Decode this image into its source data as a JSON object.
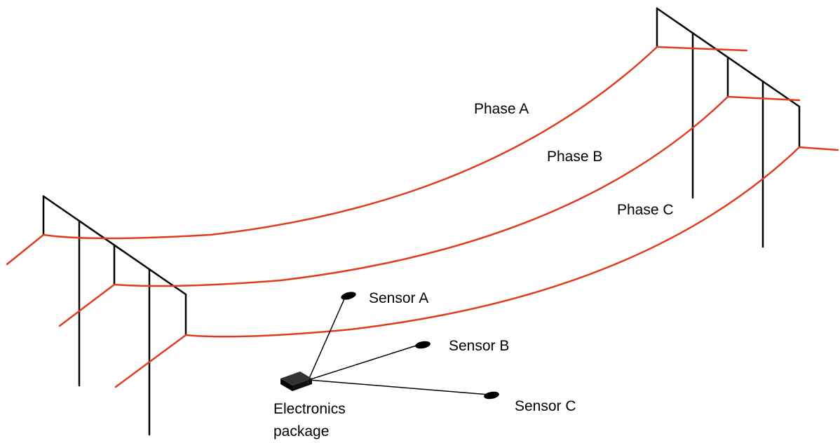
{
  "colors": {
    "conductor": "#e03c1f",
    "structure": "#000000",
    "background": "#ffffff"
  },
  "labels": {
    "phase_a": "Phase A",
    "phase_b": "Phase B",
    "phase_c": "Phase C",
    "sensor_a": "Sensor A",
    "sensor_b": "Sensor B",
    "sensor_c": "Sensor C",
    "electronics_line1": "Electronics",
    "electronics_line2": "package"
  }
}
